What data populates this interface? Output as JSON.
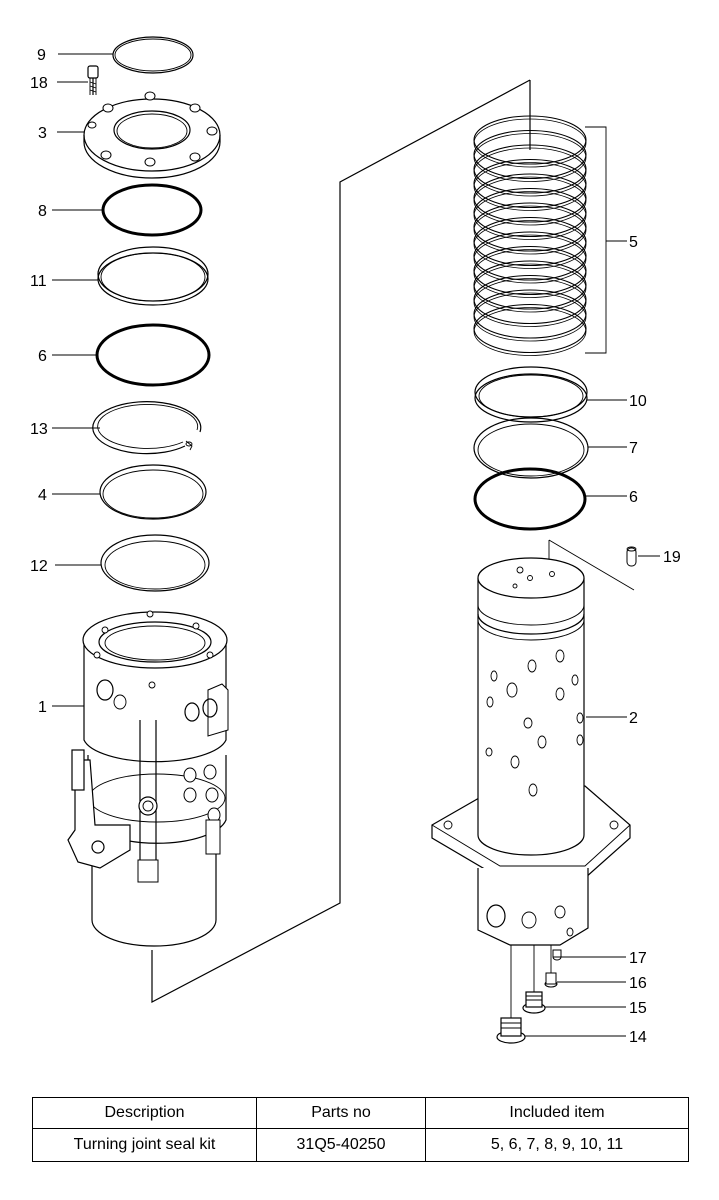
{
  "callouts": {
    "c9": "9",
    "c18": "18",
    "c3": "3",
    "c8": "8",
    "c11": "11",
    "c6a": "6",
    "c13": "13",
    "c4": "4",
    "c12": "12",
    "c1": "1",
    "c5": "5",
    "c10": "10",
    "c7": "7",
    "c6b": "6",
    "c19": "19",
    "c2": "2",
    "c17": "17",
    "c16": "16",
    "c15": "15",
    "c14": "14"
  },
  "table": {
    "headers": {
      "description": "Description",
      "parts_no": "Parts no",
      "included_item": "Included item"
    },
    "rows": [
      {
        "description": "Turning joint seal kit",
        "parts_no": "31Q5-40250",
        "included_item": "5, 6, 7, 8, 9, 10, 11"
      }
    ]
  }
}
